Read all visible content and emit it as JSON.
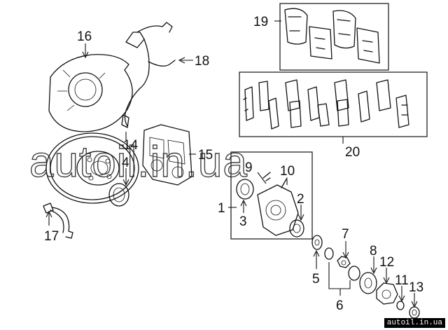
{
  "callouts": {
    "c1": "1",
    "c2": "2",
    "c3": "3",
    "c4": "4",
    "c5": "5",
    "c6": "6",
    "c7": "7",
    "c8": "8",
    "c9": "9",
    "c10": "10",
    "c11": "11",
    "c12": "12",
    "c13": "13",
    "c14": "14",
    "c15": "15",
    "c16": "16",
    "c17": "17",
    "c18": "18",
    "c19": "19",
    "c20": "20"
  },
  "watermark": "autoil.in.ua",
  "footer_watermark": "autoil.in.ua"
}
